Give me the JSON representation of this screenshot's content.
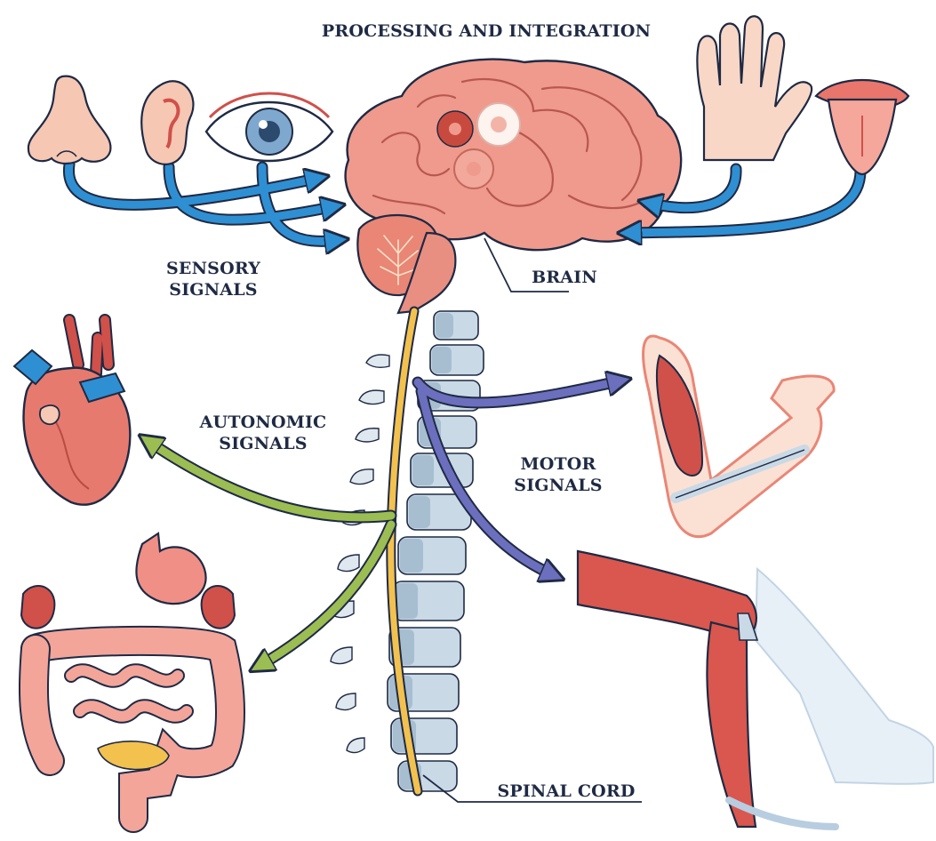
{
  "labels": {
    "title": "PROCESSING AND INTEGRATION",
    "sensory_line1": "SENSORY",
    "sensory_line2": "SIGNALS",
    "brain": "BRAIN",
    "autonomic_line1": "AUTONOMIC",
    "autonomic_line2": "SIGNALS",
    "motor_line1": "MOTOR",
    "motor_line2": "SIGNALS",
    "spinal_cord": "SPINAL CORD"
  },
  "colors": {
    "sensory_arrow": "#2f8fd3",
    "autonomic_arrow": "#9bbd52",
    "motor_arrow": "#6b6fbd",
    "brain": "#e88f82",
    "spinal_cord": "#f2c14e",
    "vertebrae": "#9fb8cc",
    "muscle": "#d0504a",
    "skin": "#f9d7c6",
    "text": "#1f2a44"
  },
  "icons": [
    "nose-icon",
    "ear-icon",
    "eye-icon",
    "hand-icon",
    "tongue-icon",
    "heart-icon",
    "digestive-system-icon",
    "arm-icon",
    "leg-icon",
    "brain-icon",
    "spine-icon",
    "gear-icon"
  ]
}
